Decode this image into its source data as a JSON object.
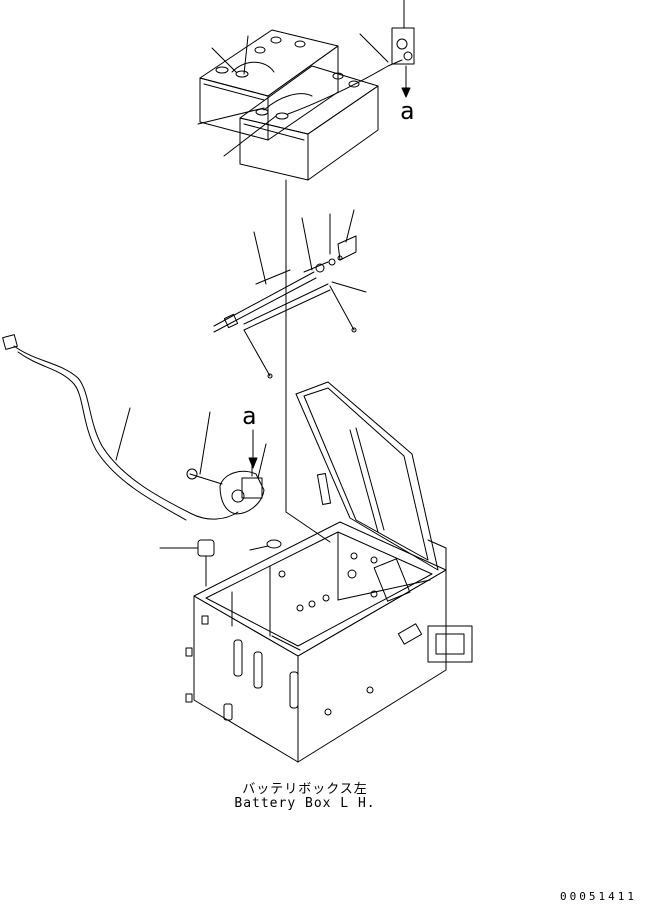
{
  "caption": {
    "japanese": "バッテリボックス左",
    "english": "Battery Box L H."
  },
  "drawing_number": "00051411",
  "view_markers": {
    "top": "a",
    "bottom": "a"
  },
  "line_color": "#000000",
  "background_color": "#ffffff"
}
